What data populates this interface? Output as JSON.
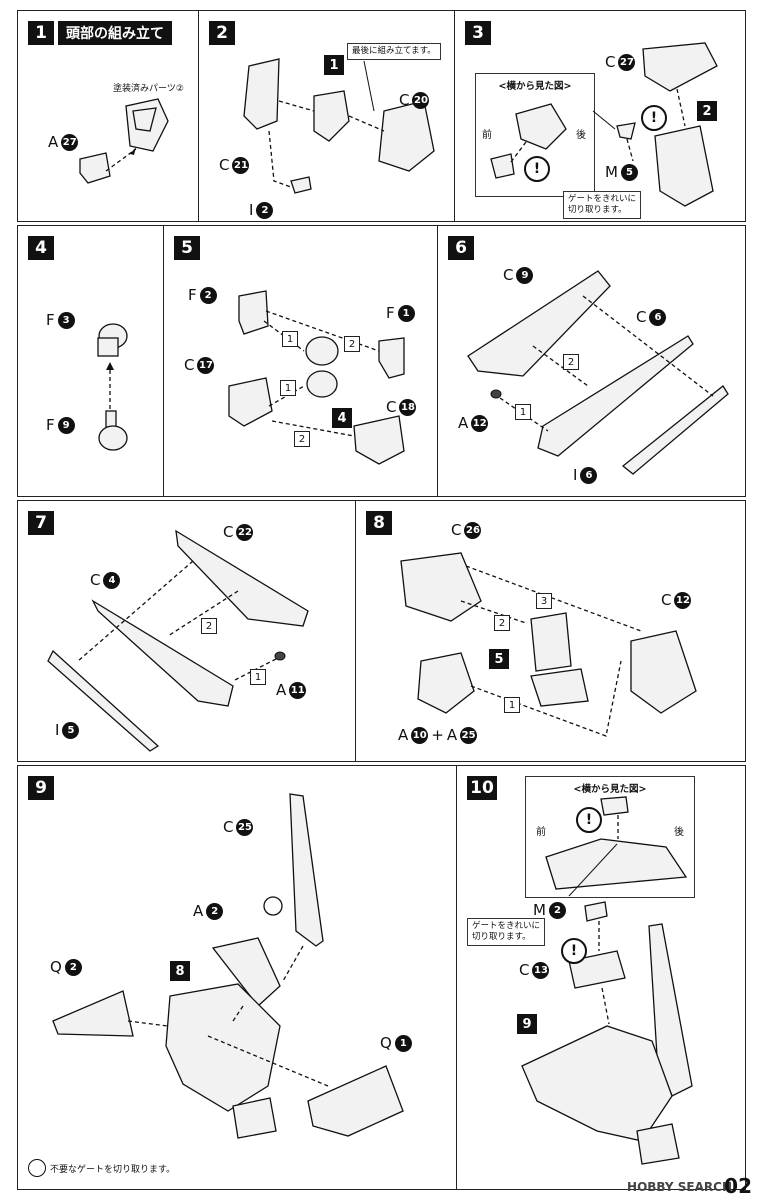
{
  "step1": {
    "num": "1",
    "title": "頭部の組み立て",
    "painted_note": "塗装済みパーツ②",
    "label_a": "A",
    "label_a_num": "27"
  },
  "step2": {
    "num": "2",
    "callout": "最後に組み立てます。",
    "ref": "1",
    "c20": "C",
    "c20_num": "20",
    "c21": "C",
    "c21_num": "21",
    "i2": "I",
    "i2_num": "2"
  },
  "step3": {
    "num": "3",
    "side_title": "<横から見た図>",
    "front": "前",
    "back": "後",
    "c27": "C",
    "c27_num": "27",
    "m5": "M",
    "m5_num": "5",
    "gate_note_1": "ゲートをきれいに",
    "gate_note_2": "切り取ります。",
    "ref": "2",
    "warn": "!"
  },
  "step4": {
    "num": "4",
    "f3": "F",
    "f3_num": "3",
    "f9": "F",
    "f9_num": "9"
  },
  "step5": {
    "num": "5",
    "f2": "F",
    "f2_num": "2",
    "f1": "F",
    "f1_num": "1",
    "c17": "C",
    "c17_num": "17",
    "c18": "C",
    "c18_num": "18",
    "ref": "4",
    "order": [
      "1",
      "2",
      "1",
      "2"
    ]
  },
  "step6": {
    "num": "6",
    "c9": "C",
    "c9_num": "9",
    "c6": "C",
    "c6_num": "6",
    "a12": "A",
    "a12_num": "12",
    "i6": "I",
    "i6_num": "6",
    "order": [
      "2",
      "1"
    ]
  },
  "step7": {
    "num": "7",
    "c4": "C",
    "c4_num": "4",
    "c22": "C",
    "c22_num": "22",
    "a11": "A",
    "a11_num": "11",
    "i5": "I",
    "i5_num": "5",
    "order": [
      "2",
      "1"
    ]
  },
  "step8": {
    "num": "8",
    "c26": "C",
    "c26_num": "26",
    "c12": "C",
    "c12_num": "12",
    "ref": "5",
    "combo_a": "A",
    "combo_a_num": "10",
    "plus": "+",
    "combo_b": "A",
    "combo_b_num": "25",
    "order": [
      "3",
      "2",
      "1"
    ]
  },
  "step9": {
    "num": "9",
    "c25": "C",
    "c25_num": "25",
    "a2": "A",
    "a2_num": "2",
    "q2": "Q",
    "q2_num": "2",
    "q1": "Q",
    "q1_num": "1",
    "ref": "8",
    "footnote": "不要なゲートを切り取ります。"
  },
  "step10": {
    "num": "10",
    "side_title": "<横から見た図>",
    "front": "前",
    "back": "後",
    "m2": "M",
    "m2_num": "2",
    "c13": "C",
    "c13_num": "13",
    "gate_note_1": "ゲートをきれいに",
    "gate_note_2": "切り取ります。",
    "ref": "9",
    "warn": "!"
  },
  "footer": {
    "logo": "HOBBY SEARCH",
    "page": "02"
  }
}
